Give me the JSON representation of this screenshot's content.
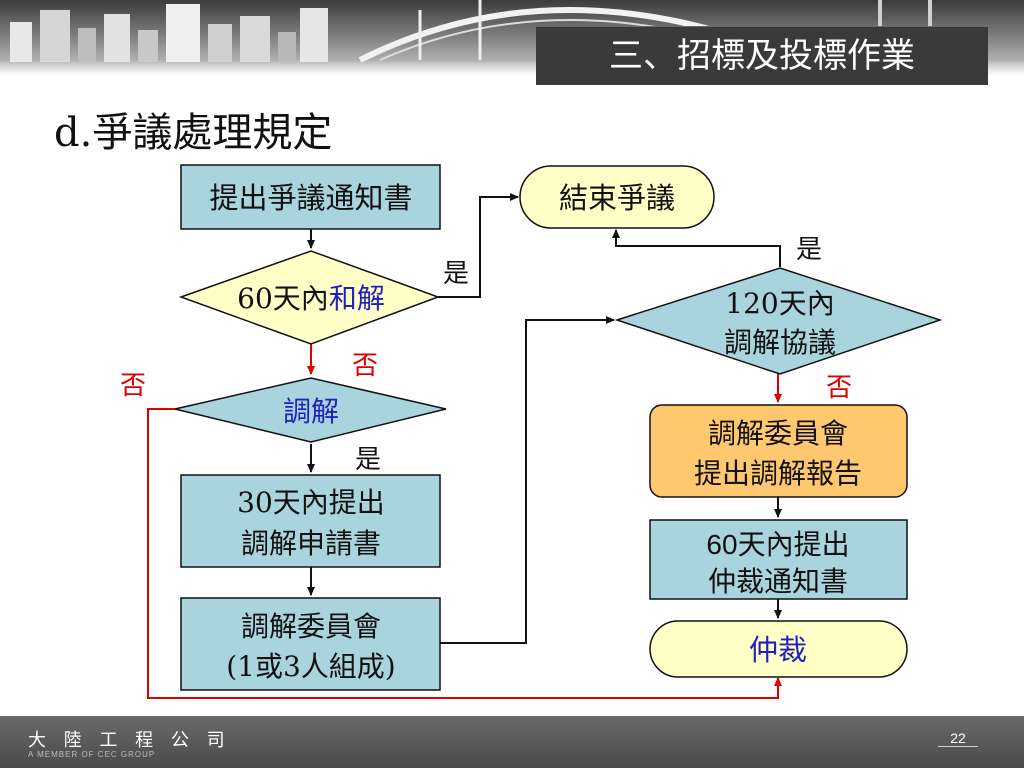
{
  "slide": {
    "title": "三、招標及投標作業",
    "heading": "d.爭議處理規定",
    "page_number": "22",
    "footer_company": "大 陸 工 程 公 司",
    "footer_member": "A MEMBER OF CEC GROUP"
  },
  "colors": {
    "box_fill": "#a9d4de",
    "diamond_yellow": "#ffffc8",
    "diamond_blue": "#a9d4de",
    "report_fill": "#ffc86e",
    "terminal_fill": "#ffffc8",
    "arrow_black": "#111111",
    "arrow_red": "#e00000",
    "highlight_blue": "#2020c0"
  },
  "flow": {
    "notice": "提出爭議通知書",
    "end_dispute": "結束爭議",
    "settle_prefix": "60天內",
    "settle_highlight": "和解",
    "mediation": "調解",
    "mediation_apply_1": "30天內提出",
    "mediation_apply_2": "調解申請書",
    "committee_1": "調解委員會",
    "committee_2": "(1或3人組成)",
    "agreement_1": "120天內",
    "agreement_2": "調解協議",
    "report_1": "調解委員會",
    "report_2": "提出調解報告",
    "arbitration_notice_prefix": "60",
    "arbitration_notice_1": "天內提出",
    "arbitration_notice_2": "仲裁通知書",
    "arbitration": "仲裁"
  },
  "edges": {
    "yes_settle": "是",
    "no_settle": "否",
    "yes_mediation": "是",
    "no_mediation": "否",
    "yes_agreement": "是",
    "no_agreement": "否"
  }
}
